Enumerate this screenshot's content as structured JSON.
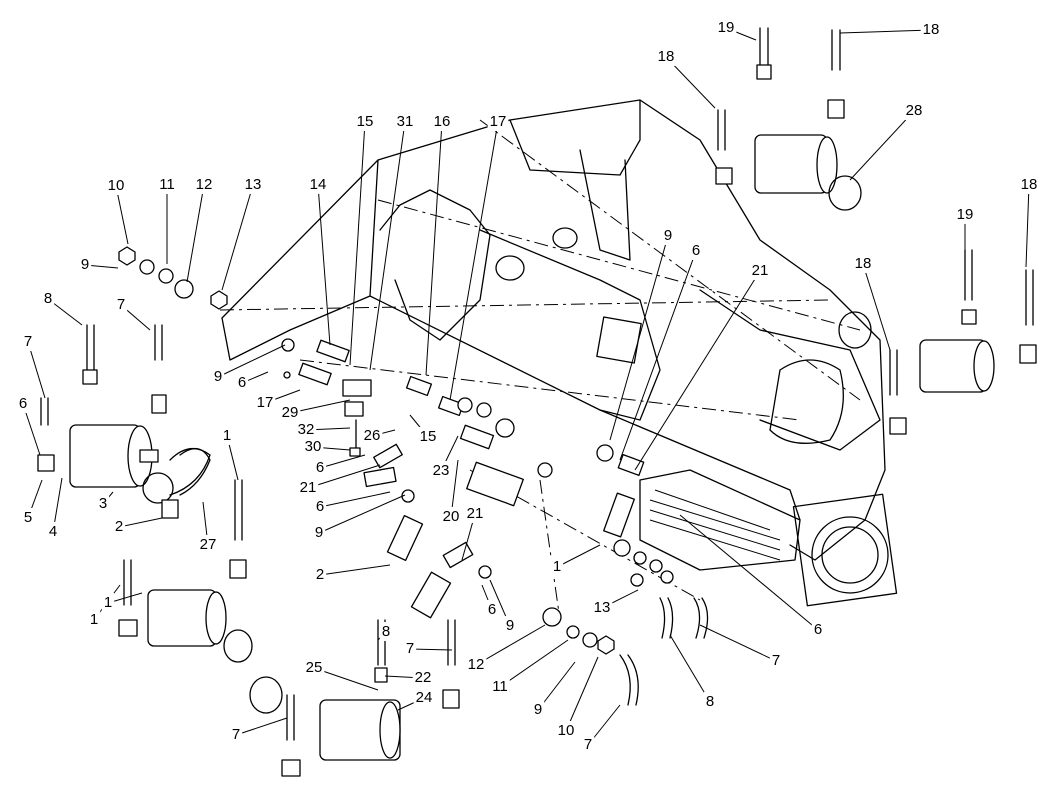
{
  "diagram": {
    "callouts": [
      "1",
      "1",
      "1",
      "1",
      "2",
      "2",
      "3",
      "4",
      "5",
      "6",
      "6",
      "6",
      "6",
      "6",
      "6",
      "6",
      "7",
      "7",
      "7",
      "7",
      "7",
      "7",
      "8",
      "8",
      "8",
      "9",
      "9",
      "9",
      "9",
      "9",
      "9",
      "10",
      "10",
      "11",
      "11",
      "12",
      "12",
      "13",
      "13",
      "14",
      "15",
      "15",
      "16",
      "17",
      "17",
      "18",
      "18",
      "18",
      "18",
      "19",
      "19",
      "20",
      "21",
      "21",
      "21",
      "22",
      "23",
      "24",
      "25",
      "26",
      "27",
      "28",
      "29",
      "30",
      "31",
      "32"
    ]
  }
}
